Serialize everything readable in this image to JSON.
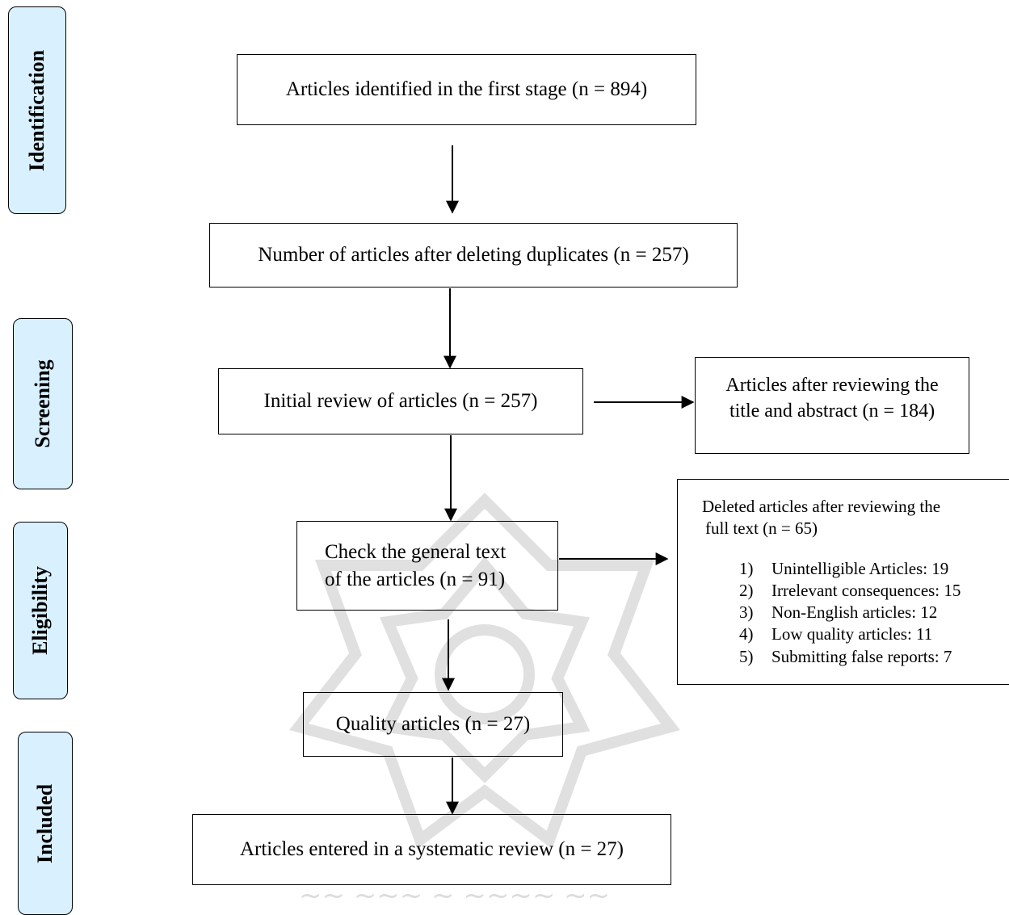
{
  "stages": {
    "identification": "Identification",
    "screening": "Screening",
    "eligibility": "Eligibility",
    "included": "Included"
  },
  "boxes": {
    "identified": "Articles identified in the first stage (n = 894)",
    "after_duplicates": "Number of articles after deleting duplicates (n = 257)",
    "initial_review": "Initial review of articles (n = 257)",
    "after_title_abstract_line1": "Articles after reviewing the",
    "after_title_abstract_line2": "title and abstract (n = 184)",
    "general_text_line1": "Check the general text",
    "general_text_line2": "of the articles (n = 91)",
    "quality": "Quality articles (n = 27)",
    "entered": "Articles entered in a systematic review (n = 27)"
  },
  "deleted": {
    "heading_line1": "Deleted articles after reviewing the",
    "heading_line2": "full text (n = 65)",
    "items": [
      {
        "num": "1)",
        "text": "Unintelligible Articles: 19"
      },
      {
        "num": "2)",
        "text": "Irrelevant consequences: 15"
      },
      {
        "num": "3)",
        "text": "Non-English articles: 12"
      },
      {
        "num": "4)",
        "text": "Low quality articles: 11"
      },
      {
        "num": "5)",
        "text": "Submitting false reports: 7"
      }
    ]
  }
}
